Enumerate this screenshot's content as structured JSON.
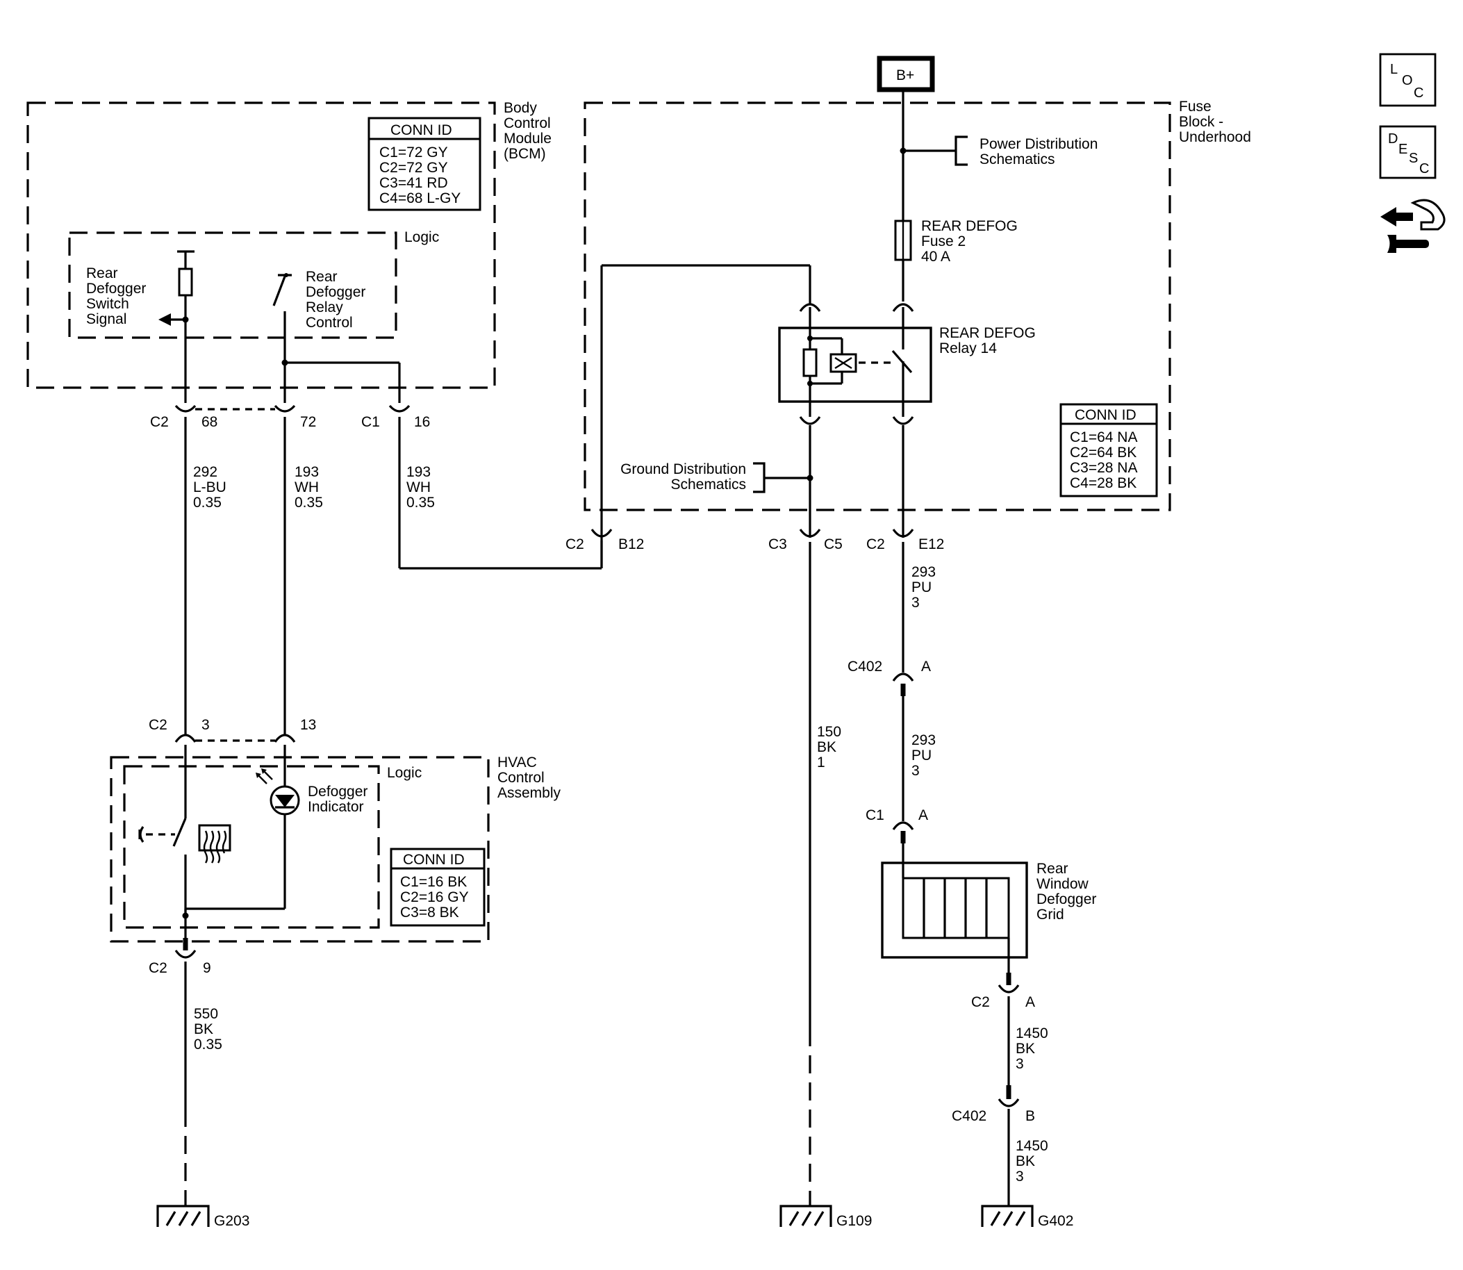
{
  "nav_icons": {
    "loc": {
      "name": "loc-icon",
      "letters": [
        "L",
        "O",
        "C"
      ]
    },
    "desc": {
      "name": "desc-icon",
      "letters": [
        "D",
        "E",
        "S",
        "C"
      ]
    },
    "troubleshoot": {
      "name": "troubleshoot-icon"
    }
  },
  "power": {
    "label": "B+"
  },
  "bcm": {
    "title": [
      "Body",
      "Control",
      "Module",
      "(BCM)"
    ],
    "conn_id": {
      "title": "CONN ID",
      "rows": [
        "C1=72 GY",
        "C2=72 GY",
        "C3=41 RD",
        "C4=68 L-GY"
      ]
    },
    "logic_label": "Logic",
    "switch_signal": [
      "Rear",
      "Defogger",
      "Switch",
      "Signal"
    ],
    "relay_control": [
      "Rear",
      "Defogger",
      "Relay",
      "Control"
    ]
  },
  "fuse_block": {
    "title": [
      "Fuse",
      "Block -",
      "Underhood"
    ],
    "power_dist": [
      "Power Distribution",
      "Schematics"
    ],
    "fuse": [
      "REAR DEFOG",
      "Fuse 2",
      "40 A"
    ],
    "relay": [
      "REAR DEFOG",
      "Relay 14"
    ],
    "ground_dist": [
      "Ground Distribution",
      "Schematics"
    ],
    "conn_id": {
      "title": "CONN ID",
      "rows": [
        "C1=64 NA",
        "C2=64 BK",
        "C3=28 NA",
        "C4=28 BK"
      ]
    }
  },
  "hvac": {
    "title": [
      "HVAC",
      "Control",
      "Assembly"
    ],
    "logic_label": "Logic",
    "indicator": [
      "Defogger",
      "Indicator"
    ],
    "conn_id": {
      "title": "CONN ID",
      "rows": [
        "C1=16 BK",
        "C2=16 GY",
        "C3=8 BK"
      ]
    }
  },
  "grid": {
    "label": [
      "Rear",
      "Window",
      "Defogger",
      "Grid"
    ]
  },
  "connectors": {
    "bcm_c2": "C2",
    "bcm_68": "68",
    "bcm_72": "72",
    "bcm_c1": "C1",
    "bcm_16": "16",
    "fb_c2": "C2",
    "fb_b12": "B12",
    "fb_c3": "C3",
    "fb_c5": "C5",
    "fb_c2b": "C2",
    "fb_e12": "E12",
    "c402a": "C402",
    "c402a_pin": "A",
    "c1a": "C1",
    "c1a_pin": "A",
    "hvac_c2": "C2",
    "hvac_3": "3",
    "hvac_13": "13",
    "hvac_c2b": "C2",
    "hvac_9": "9",
    "grid_c2": "C2",
    "grid_a": "A",
    "c402b": "C402",
    "c402b_pin": "B"
  },
  "wires": {
    "w292": [
      "292",
      "L-BU",
      "0.35"
    ],
    "w193a": [
      "193",
      "WH",
      "0.35"
    ],
    "w193b": [
      "193",
      "WH",
      "0.35"
    ],
    "w293a": [
      "293",
      "PU",
      "3"
    ],
    "w293b": [
      "293",
      "PU",
      "3"
    ],
    "w150": [
      "150",
      "BK",
      "1"
    ],
    "w550": [
      "550",
      "BK",
      "0.35"
    ],
    "w1450a": [
      "1450",
      "BK",
      "3"
    ],
    "w1450b": [
      "1450",
      "BK",
      "3"
    ]
  },
  "grounds": {
    "g203": "G203",
    "g109": "G109",
    "g402": "G402"
  }
}
